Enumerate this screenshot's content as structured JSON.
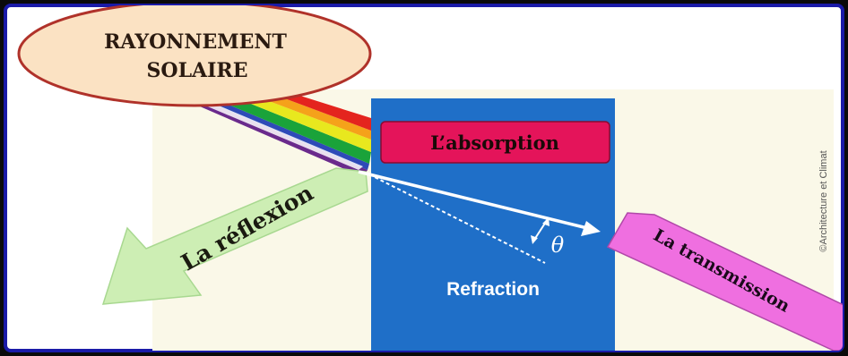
{
  "labels": {
    "source": [
      "RAYONNEMENT",
      "SOLAIRE"
    ],
    "absorption": "L’absorption",
    "reflexion": "La réflexion",
    "transmission": "La transmission",
    "refraction": "Refraction",
    "angle": "θ",
    "credit": "©Architecture et Climat"
  },
  "colors": {
    "frame_border": "#1a1aa8",
    "panel": "#faf8e8",
    "slab": "#1f6fc8",
    "absorption_box": "#e4145a",
    "source_ellipse": "#fbe2c3",
    "reflexion_arrow": "#cdeeb4",
    "transmission_arrow": "#ef6fe0",
    "spectrum": [
      "#6a2a8c",
      "#3a4fc0",
      "#1aa33a",
      "#e8e81e",
      "#f5a21a",
      "#e4241e"
    ]
  }
}
